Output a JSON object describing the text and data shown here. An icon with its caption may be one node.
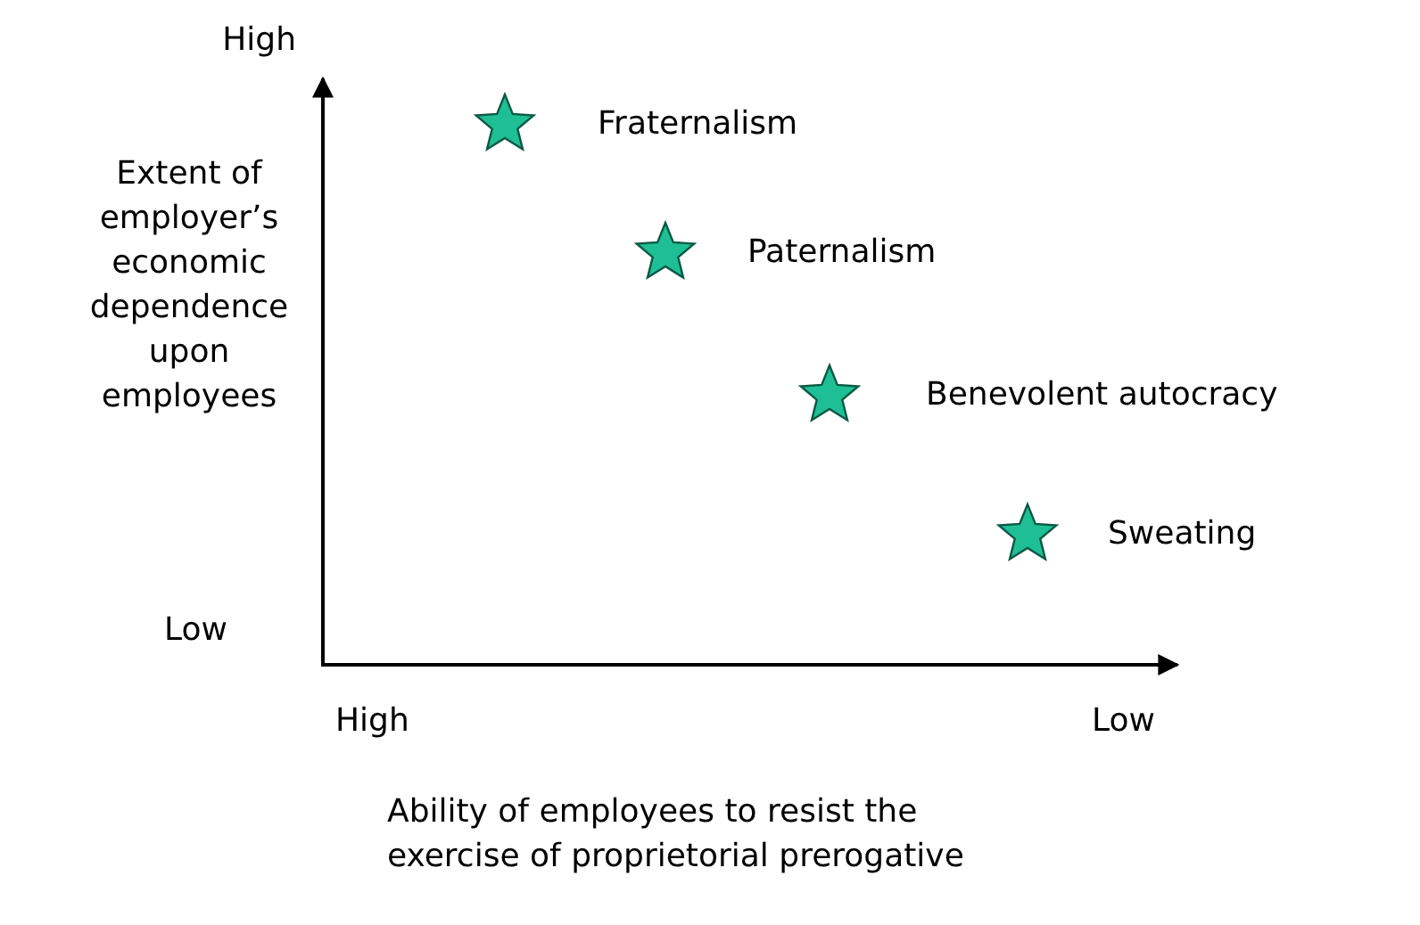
{
  "diagram": {
    "nodes": [
      {
        "text": [],
        "shape": "star",
        "beside": [
          "Fraternalism"
        ]
      },
      {
        "text": [],
        "shape": "star",
        "beside": [
          "Paternalism"
        ]
      },
      {
        "text": [],
        "shape": "star",
        "beside": [
          "Benevolent autocracy"
        ]
      },
      {
        "text": [],
        "shape": "star",
        "beside": [
          "Sweating"
        ]
      }
    ],
    "edges": [],
    "labels": [
      "High",
      "Extent of employer’s economic dependence upon employees",
      "Low",
      "High",
      "Low",
      "Ability of employees to resist the exercise of proprietorial prerogative"
    ]
  }
}
